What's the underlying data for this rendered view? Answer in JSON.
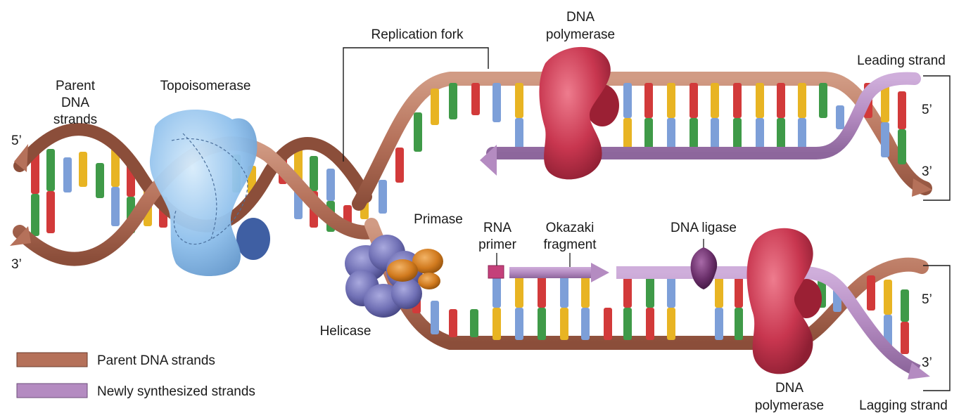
{
  "labels": {
    "parent_strands": [
      "Parent",
      "DNA",
      "strands"
    ],
    "topoisomerase": "Topoisomerase",
    "replication_fork": "Replication fork",
    "dna_polymerase_top": [
      "DNA",
      "polymerase"
    ],
    "leading_strand": "Leading strand",
    "primase": "Primase",
    "rna_primer": [
      "RNA",
      "primer"
    ],
    "okazaki_fragment": [
      "Okazaki",
      "fragment"
    ],
    "dna_ligase": "DNA ligase",
    "helicase": "Helicase",
    "dna_polymerase_bottom": [
      "DNA",
      "polymerase"
    ],
    "lagging_strand": "Lagging strand"
  },
  "ends": {
    "left_5": "5’",
    "left_3": "3’",
    "leading_5": "5’",
    "leading_3": "3’",
    "lagging_5": "5’",
    "lagging_3": "3’"
  },
  "legend": [
    {
      "label": "Parent DNA strands",
      "color": "#b5715a"
    },
    {
      "label": "Newly synthesized strands",
      "color": "#b48bc1"
    }
  ],
  "colors": {
    "parent_strand": "#b5715a",
    "new_strand": "#b48bc1",
    "base_red": "#d23a3a",
    "base_yellow": "#e8b423",
    "base_green": "#3f9a48",
    "base_blue": "#7d9fd8",
    "polymerase": "#c8364f",
    "topoisomerase": "#8fc0ec",
    "helicase": "#6f6fb4",
    "primase": "#d17a1e",
    "ligase": "#6a2f6a",
    "rna_primer": "#c4407a"
  }
}
